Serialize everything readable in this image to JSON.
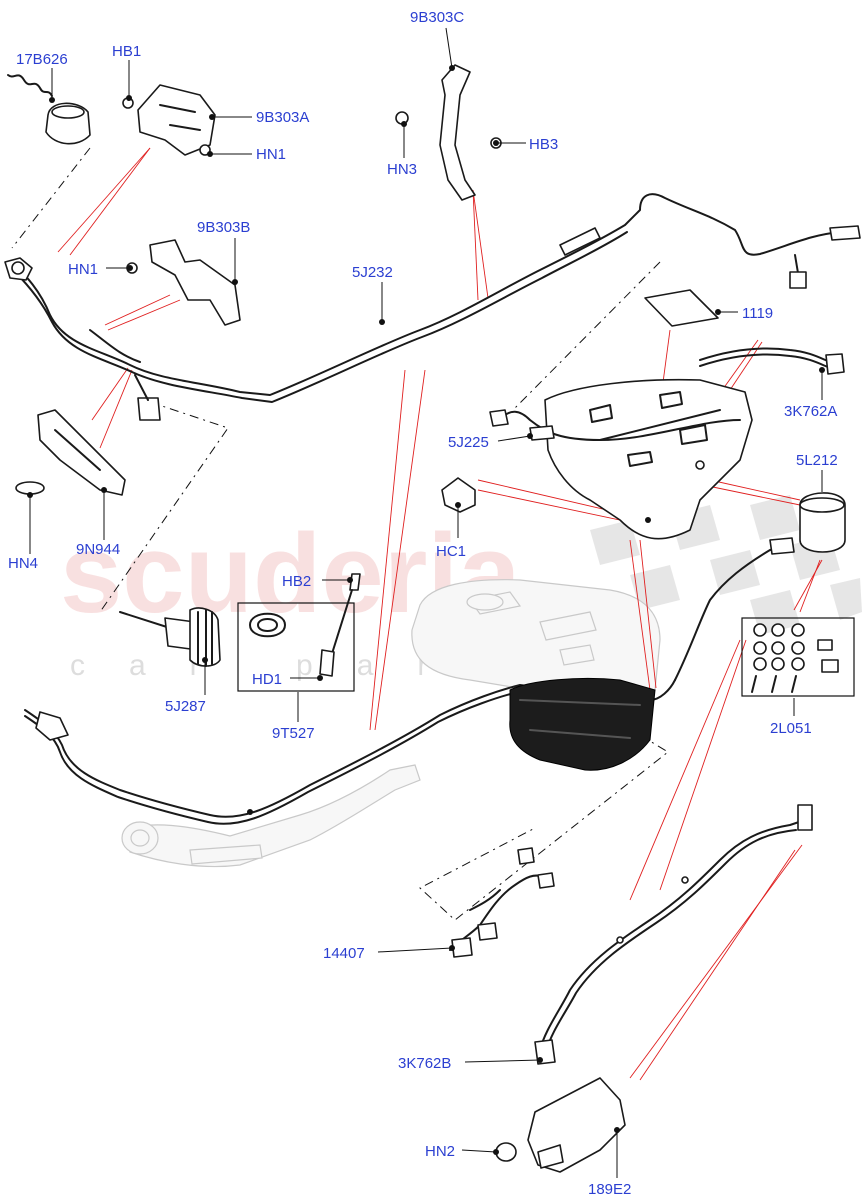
{
  "watermark": {
    "brand": "scuderia",
    "sub": "car parts"
  },
  "labels": [
    {
      "id": "17B626",
      "text": "17B626"
    },
    {
      "id": "HB1",
      "text": "HB1"
    },
    {
      "id": "9B303A",
      "text": "9B303A"
    },
    {
      "id": "HN1a",
      "text": "HN1"
    },
    {
      "id": "9B303C",
      "text": "9B303C"
    },
    {
      "id": "HN3",
      "text": "HN3"
    },
    {
      "id": "HB3",
      "text": "HB3"
    },
    {
      "id": "HN1b",
      "text": "HN1"
    },
    {
      "id": "9B303B",
      "text": "9B303B"
    },
    {
      "id": "5J232",
      "text": "5J232"
    },
    {
      "id": "1119",
      "text": "1119"
    },
    {
      "id": "3K762A",
      "text": "3K762A"
    },
    {
      "id": "5J225",
      "text": "5J225"
    },
    {
      "id": "5L212",
      "text": "5L212"
    },
    {
      "id": "HC1",
      "text": "HC1"
    },
    {
      "id": "HN4",
      "text": "HN4"
    },
    {
      "id": "9N944",
      "text": "9N944"
    },
    {
      "id": "HB2",
      "text": "HB2"
    },
    {
      "id": "HD1",
      "text": "HD1"
    },
    {
      "id": "5J287",
      "text": "5J287"
    },
    {
      "id": "9T527",
      "text": "9T527"
    },
    {
      "id": "2L051",
      "text": "2L051"
    },
    {
      "id": "14407",
      "text": "14407"
    },
    {
      "id": "3K762B",
      "text": "3K762B"
    },
    {
      "id": "HN2",
      "text": "HN2"
    },
    {
      "id": "189E2",
      "text": "189E2"
    }
  ]
}
